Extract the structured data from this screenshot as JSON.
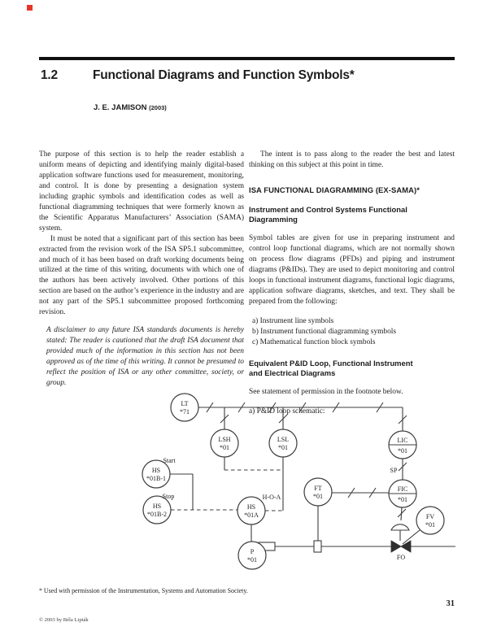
{
  "page": {
    "section_number": "1.2",
    "section_title": "Functional Diagrams and Function Symbols*",
    "author": "J. E. JAMISON",
    "author_year": "(2003)",
    "footnote": "* Used with permission of the Instrumentation, Systems and Automation Society.",
    "page_number": "31",
    "copyright": "© 2003 by Béla Lipták"
  },
  "left_column": {
    "p1": "The purpose of this section is to help the reader establish a uniform means of depicting and identifying mainly digital-based application software functions used for measurement, monitoring, and control. It is done by presenting a designation system including graphic symbols and identification codes as well as functional diagramming techniques that were formerly known as the Scientific Apparatus Manufacturers’ Association (SAMA) system.",
    "p2": "It must be noted that a significant part of this section has been extracted from the revision work of the ISA SP5.1 subcommittee, and much of it has been based on draft working documents being utilized at the time of this writing, documents with which one of the authors has been actively involved. Other portions of this section are based on the author’s experience in the industry and are not any part of the SP5.1 subcommittee proposed forthcoming revision.",
    "disclaimer": "A disclaimer to any future ISA standards documents is hereby stated: The reader is cautioned that the draft ISA document that provided much of the information in this section has not been approved as of the time of this writing. It cannot be presumed to reflect the position of ISA or any other committee, society, or group."
  },
  "right_column": {
    "p1": "The intent is to pass along to the reader the best and latest thinking on this subject at this point in time.",
    "h1": "ISA FUNCTIONAL DIAGRAMMING (EX-SAMA)*",
    "h2": "Instrument and Control Systems Functional Diagramming",
    "p2": "Symbol tables are given for use in preparing instrument and control loop functional diagrams, which are not normally shown on process flow diagrams (PFDs) and piping and instrument diagrams (P&IDs). They are used to depict monitoring and control loops in functional instrument diagrams, functional logic diagrams, application software diagrams, sketches, and text. They shall be prepared from the following:",
    "list": [
      "a)   Instrument line symbols",
      "b)   Instrument functional diagramming symbols",
      "c)   Mathematical function block symbols"
    ],
    "h3_line1": "Equivalent P&ID Loop, Functional Instrument",
    "h3_line2": "and Electrical Diagrams",
    "p3": "See statement of permission in the footnote below.",
    "p4": "a)   P&ID loop schematic:"
  },
  "diagram": {
    "type": "p&id-loop-schematic",
    "instruments": {
      "lt": {
        "tag": "LT",
        "id": "*71"
      },
      "lsh": {
        "tag": "LSH",
        "id": "*01"
      },
      "lsl": {
        "tag": "LSL",
        "id": "*01"
      },
      "lic": {
        "tag": "LIC",
        "id": "*01"
      },
      "hs_start": {
        "tag": "HS",
        "id": "*01B-1"
      },
      "hs_stop": {
        "tag": "HS",
        "id": "*01B-2"
      },
      "hs_hoa": {
        "tag": "HS",
        "id": "*01A"
      },
      "ft": {
        "tag": "FT",
        "id": "*01"
      },
      "fic": {
        "tag": "FIC",
        "id": "*01"
      },
      "fv": {
        "tag": "FV",
        "id": "*01"
      },
      "pump": {
        "tag": "P",
        "id": "*01"
      }
    },
    "labels": {
      "start": "Start",
      "stop": "Stop",
      "hoa": "H-O-A",
      "sp": "SP",
      "fo": "FO"
    }
  }
}
